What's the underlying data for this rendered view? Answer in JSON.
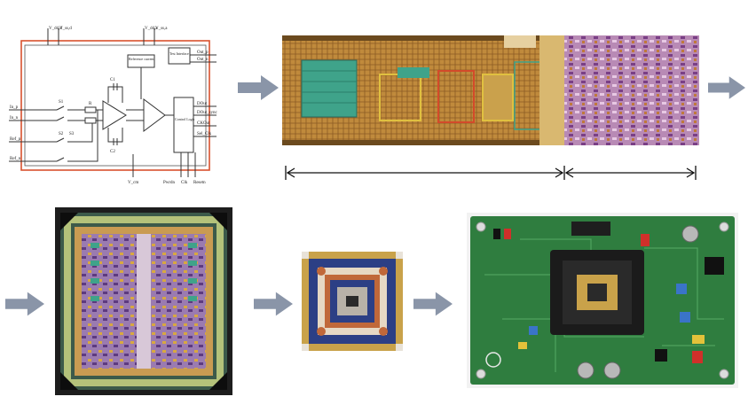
{
  "flow": {
    "steps": [
      "schematic",
      "block-layout",
      "full-chip-layout",
      "packaged-chip",
      "test-board"
    ]
  },
  "schematic": {
    "pins_top": [
      "V_dd,d",
      "V_ss,d",
      "V_dd,a",
      "V_ss,a"
    ],
    "inputs": [
      "In_p",
      "In_n",
      "Ref_p",
      "Ref_n"
    ],
    "switch_labels": [
      "S1",
      "S2",
      "S3"
    ],
    "resistor_label": "R",
    "cap_labels": [
      "C1",
      "C2"
    ],
    "ref_current_label": "Reference current",
    "test_interface_label": "Test Interface",
    "control_logic_label": "Control Logic",
    "outputs": [
      "Out_p",
      "Out_n",
      "DOut",
      "DOut_sync",
      "CKOut",
      "Sel_Clk"
    ],
    "bottom_labels": [
      "V_cm",
      "Pwrdn",
      "Clk",
      "Resetn"
    ]
  },
  "colors": {
    "arrow": "#8a95a8",
    "pcb": "#2f7d3f",
    "gold": "#c9a24a",
    "chip_blue": "#2c3f85",
    "schematic_bus": "#d9522e"
  }
}
